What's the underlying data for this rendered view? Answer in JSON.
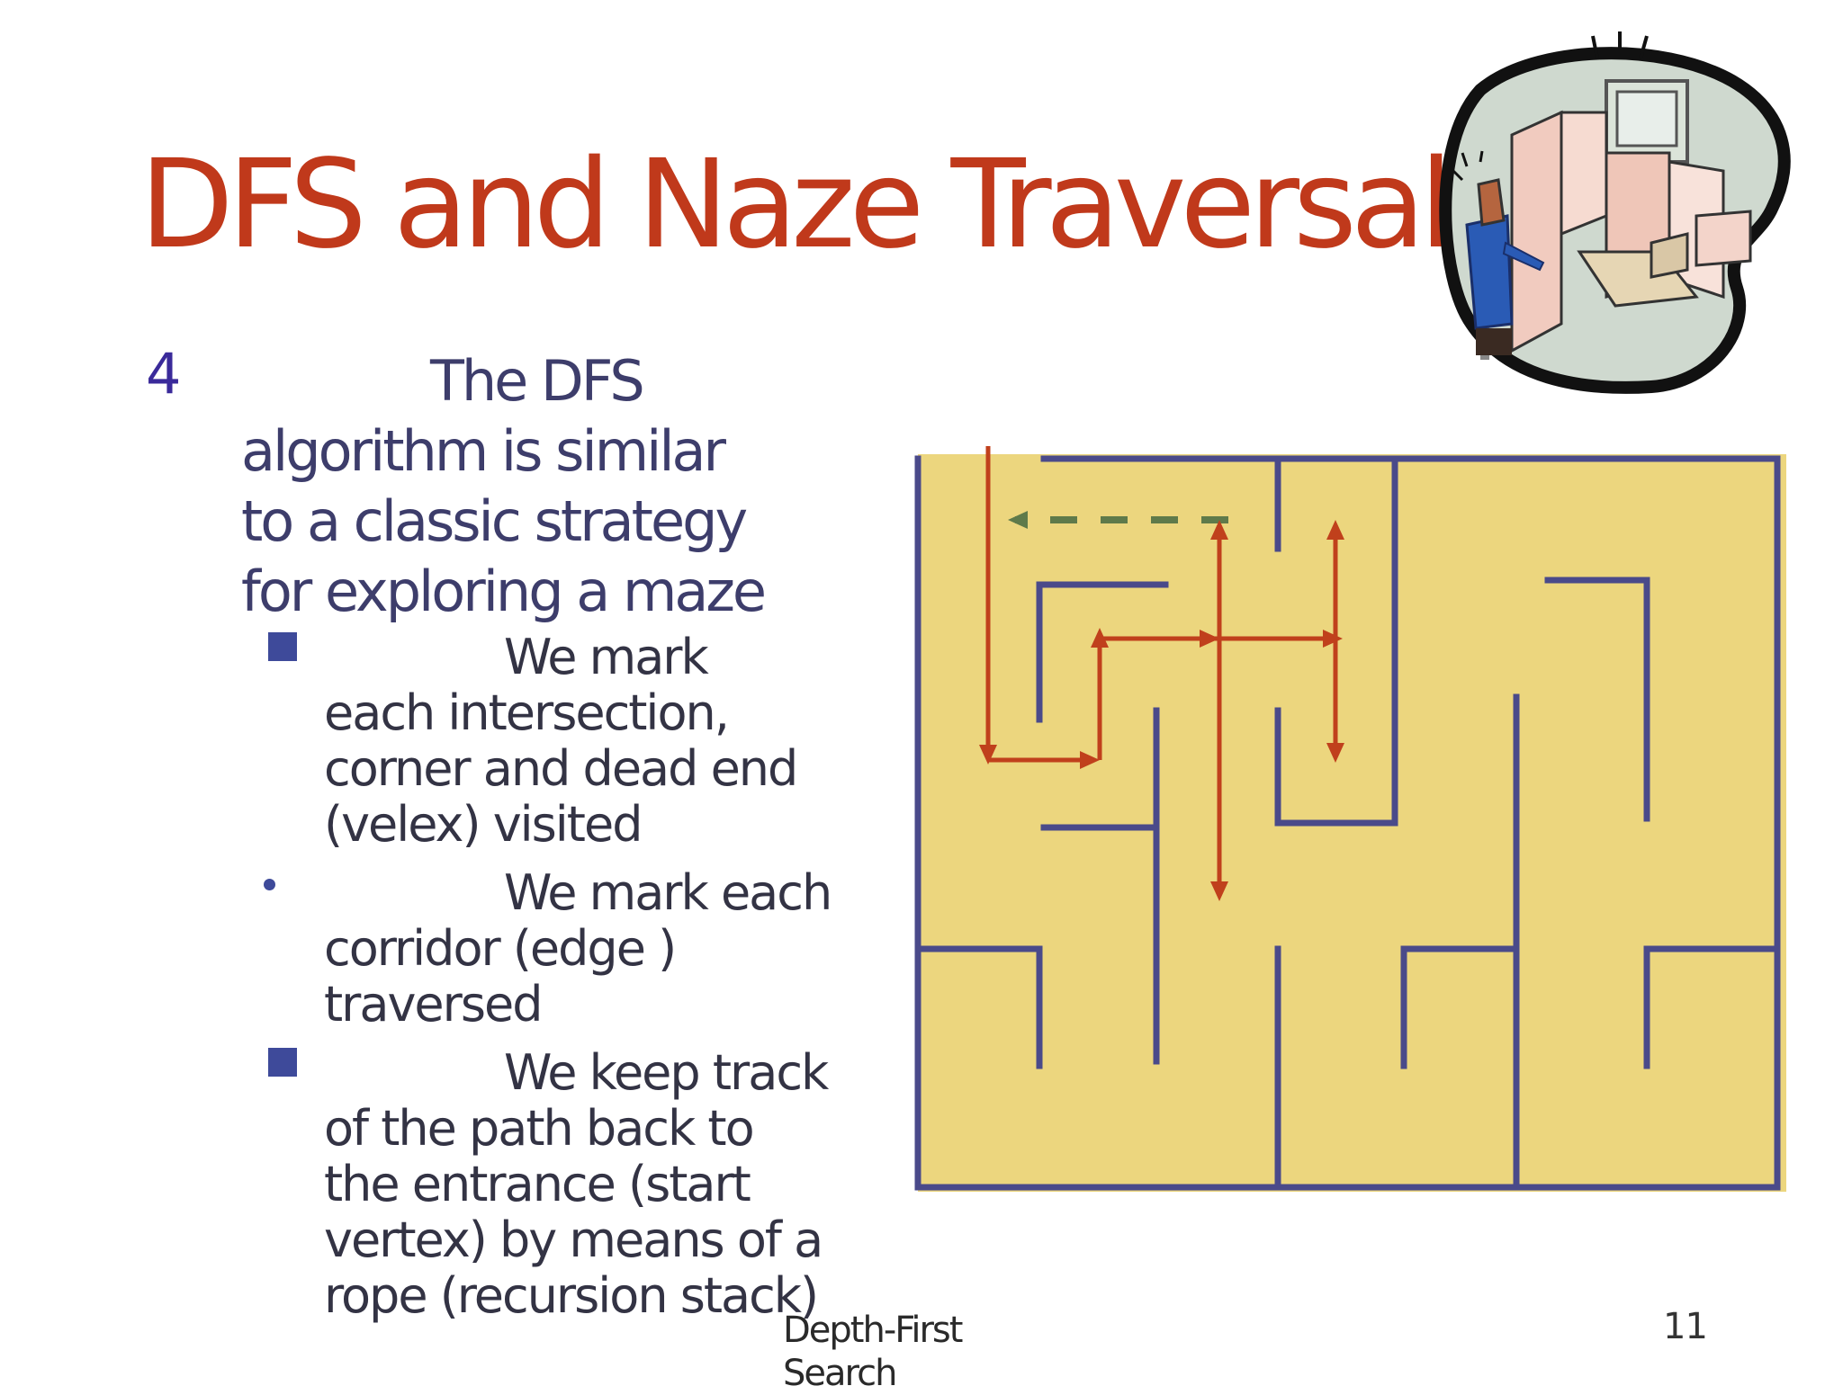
{
  "slide": {
    "title": "DFS and Naze Traversal",
    "main_bullet_number": "4",
    "main_bullet_lines": [
      "The DFS",
      "algorithm is similar",
      "to a classic strategy",
      "for exploring a maze"
    ],
    "sub_bullets": [
      {
        "marker": "square",
        "lines": [
          "We mark",
          "each intersection,",
          "corner and dead end",
          "(velex) visited"
        ]
      },
      {
        "marker": "dot",
        "lines": [
          "We mark each",
          "corridor (edge )",
          "traversed"
        ]
      },
      {
        "marker": "square",
        "lines": [
          "We keep track",
          "of the path back to",
          "the entrance (start",
          "vertex) by means of a",
          "rope (recursion stack)"
        ]
      }
    ],
    "footer_lines": [
      "Depth-First",
      "Search"
    ],
    "page_number": "11"
  },
  "colors": {
    "title": "#c0391b",
    "body_text": "#3d3d6b",
    "marker": "#3e4a9a",
    "maze_floor": "#ecd67e",
    "maze_wall": "#4a4a8a",
    "path_arrow": "#c0401c",
    "backtrack_arrow": "#5f7a4a"
  },
  "icons": {
    "clipart": "maze-worker-clipart-icon",
    "maze": "maze-diagram"
  }
}
